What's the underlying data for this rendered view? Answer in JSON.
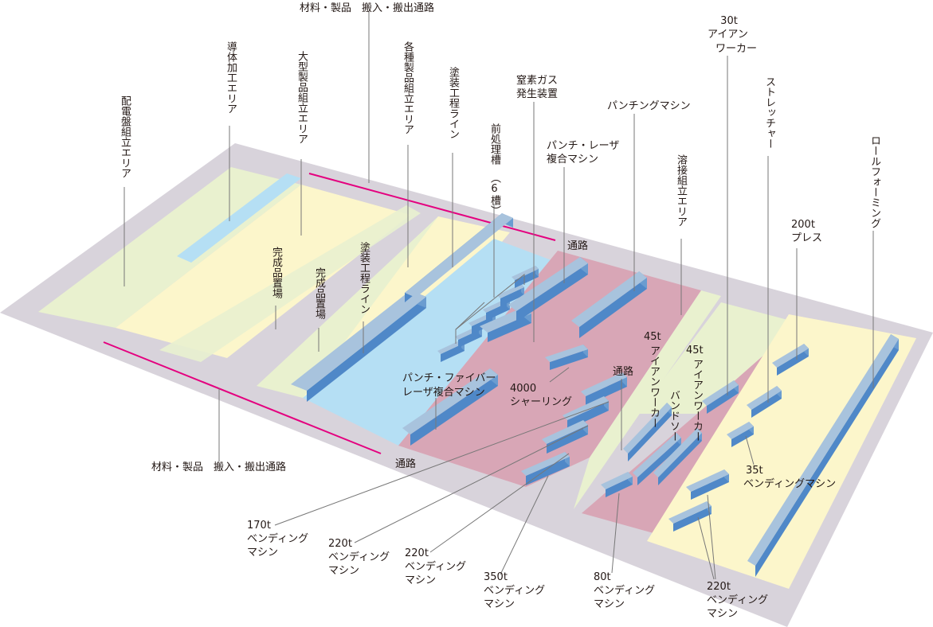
{
  "colors": {
    "site": "#d8d3db",
    "zone_green": "#e9f1cf",
    "zone_yellow": "#fcf6cb",
    "zone_blue": "#b5dff4",
    "zone_pink": "#d8a6b6",
    "equipment_top": "#a8c3dd",
    "equipment_side": "#6a9cd0",
    "equipment_front": "#4f88c8",
    "route_line": "#e4007f",
    "leader": "#777777"
  },
  "labels": {
    "material_route_top": "材料・製品　搬入・搬出通路",
    "material_route_bottom": "材料・製品　搬入・搬出通路",
    "conductor_area": "導体加工エリア",
    "panel_area": "配電盤組立エリア",
    "large_product_area": "大型製品組立エリア",
    "various_product_area": "各種製品組立エリア",
    "paint_line_top": "塗装工程ライン",
    "pretreatment_tank_a": "前処理槽",
    "pretreatment_tank_b": "（6槽）",
    "nitrogen_a": "窒素ガス",
    "nitrogen_b": "発生装置",
    "punch_laser_a": "パンチ・レーザ",
    "punch_laser_b": "複合マシン",
    "punching": "パンチングマシン",
    "ironworker_30_a": "30t",
    "ironworker_30_b": "アイアン",
    "ironworker_30_c": "ワーカー",
    "stretcher": "ストレッチャー",
    "roll_forming": "ロールフォーミング",
    "welding_area": "溶接組立エリア",
    "press_200_a": "200t",
    "press_200_b": "プレス",
    "aisle_top": "通路",
    "aisle_mid": "通路",
    "aisle_bottom": "通路",
    "finished_storage_1": "完成品置場",
    "finished_storage_2": "完成品置場",
    "paint_line_mid": "塗装工程ライン",
    "fiber_laser_a": "パンチ・ファイバー",
    "fiber_laser_b": "レーザ複合マシン",
    "shearing_a": "4000",
    "shearing_b": "シャーリング",
    "ironworker_45a_num": "45t",
    "ironworker_45a_text": "アイアンワーカー",
    "bandsaw": "バンドソー",
    "ironworker_45b_num": "45t",
    "ironworker_45b_text": "アイアンワーカー",
    "bending_35_a": "35t",
    "bending_35_b": "ベンディングマシン",
    "bending_170_a": "170t",
    "bending_170_b": "ベンディング",
    "bending_170_c": "マシン",
    "bending_220a_a": "220t",
    "bending_220a_b": "ベンディング",
    "bending_220a_c": "マシン",
    "bending_220b_a": "220t",
    "bending_220b_b": "ベンディング",
    "bending_220b_c": "マシン",
    "bending_350_a": "350t",
    "bending_350_b": "ベンディング",
    "bending_350_c": "マシン",
    "bending_80_a": "80t",
    "bending_80_b": "ベンディング",
    "bending_80_c": "マシン",
    "bending_220c_a": "220t",
    "bending_220c_b": "ベンディング",
    "bending_220c_c": "マシン"
  }
}
